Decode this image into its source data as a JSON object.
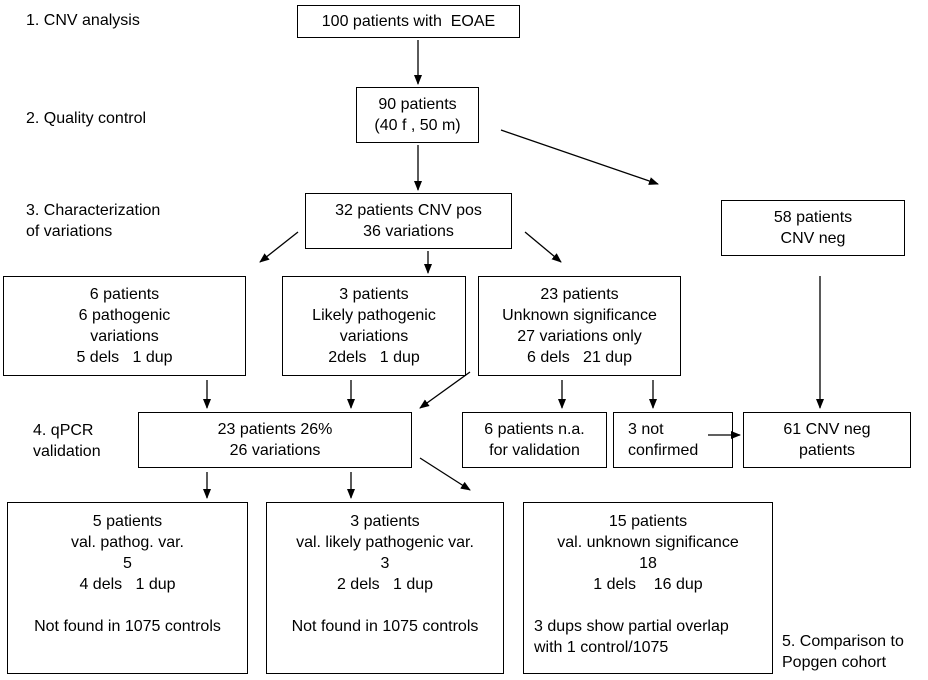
{
  "steps": {
    "s1": [
      "1. CNV analysis"
    ],
    "s2": [
      "2. Quality control"
    ],
    "s3": [
      "3. Characterization",
      "of variations"
    ],
    "s4": [
      "4. qPCR",
      "validation"
    ],
    "s5": [
      "5. Comparison to",
      "Popgen cohort"
    ]
  },
  "boxes": {
    "b100": [
      "100 patients with  EOAE"
    ],
    "b90": [
      "90 patients",
      "(40 f , 50 m)"
    ],
    "b32": [
      "32 patients CNV pos",
      "36 variations"
    ],
    "b58": [
      "58 patients",
      "CNV neg"
    ],
    "b6": [
      "6 patients",
      "6 pathogenic",
      "variations",
      "5 dels   1 dup"
    ],
    "b3": [
      "3 patients",
      "Likely pathogenic",
      "variations",
      "2dels   1 dup"
    ],
    "b23u": [
      "23 patients",
      "Unknown significance",
      "27 variations only",
      "6 dels   21 dup"
    ],
    "b23v": [
      "23 patients 26%",
      "26 variations"
    ],
    "bna": [
      "6 patients n.a.",
      "for validation"
    ],
    "bnc": [
      "3 not",
      "confirmed"
    ],
    "b61": [
      "61 CNV neg",
      "patients"
    ],
    "r5": [
      "5 patients",
      "val. pathog. var.",
      "5",
      "4 dels   1 dup",
      "",
      "Not found in 1075 controls"
    ],
    "r3": [
      "3 patients",
      "val. likely pathogenic var.",
      "3",
      "2 dels   1 dup",
      "",
      "Not found in 1075 controls"
    ],
    "r15": [
      "15 patients",
      "val. unknown significance",
      "18",
      "1 dels    16 dup",
      "",
      "3 dups show partial overlap",
      "with 1 control/1075"
    ]
  }
}
